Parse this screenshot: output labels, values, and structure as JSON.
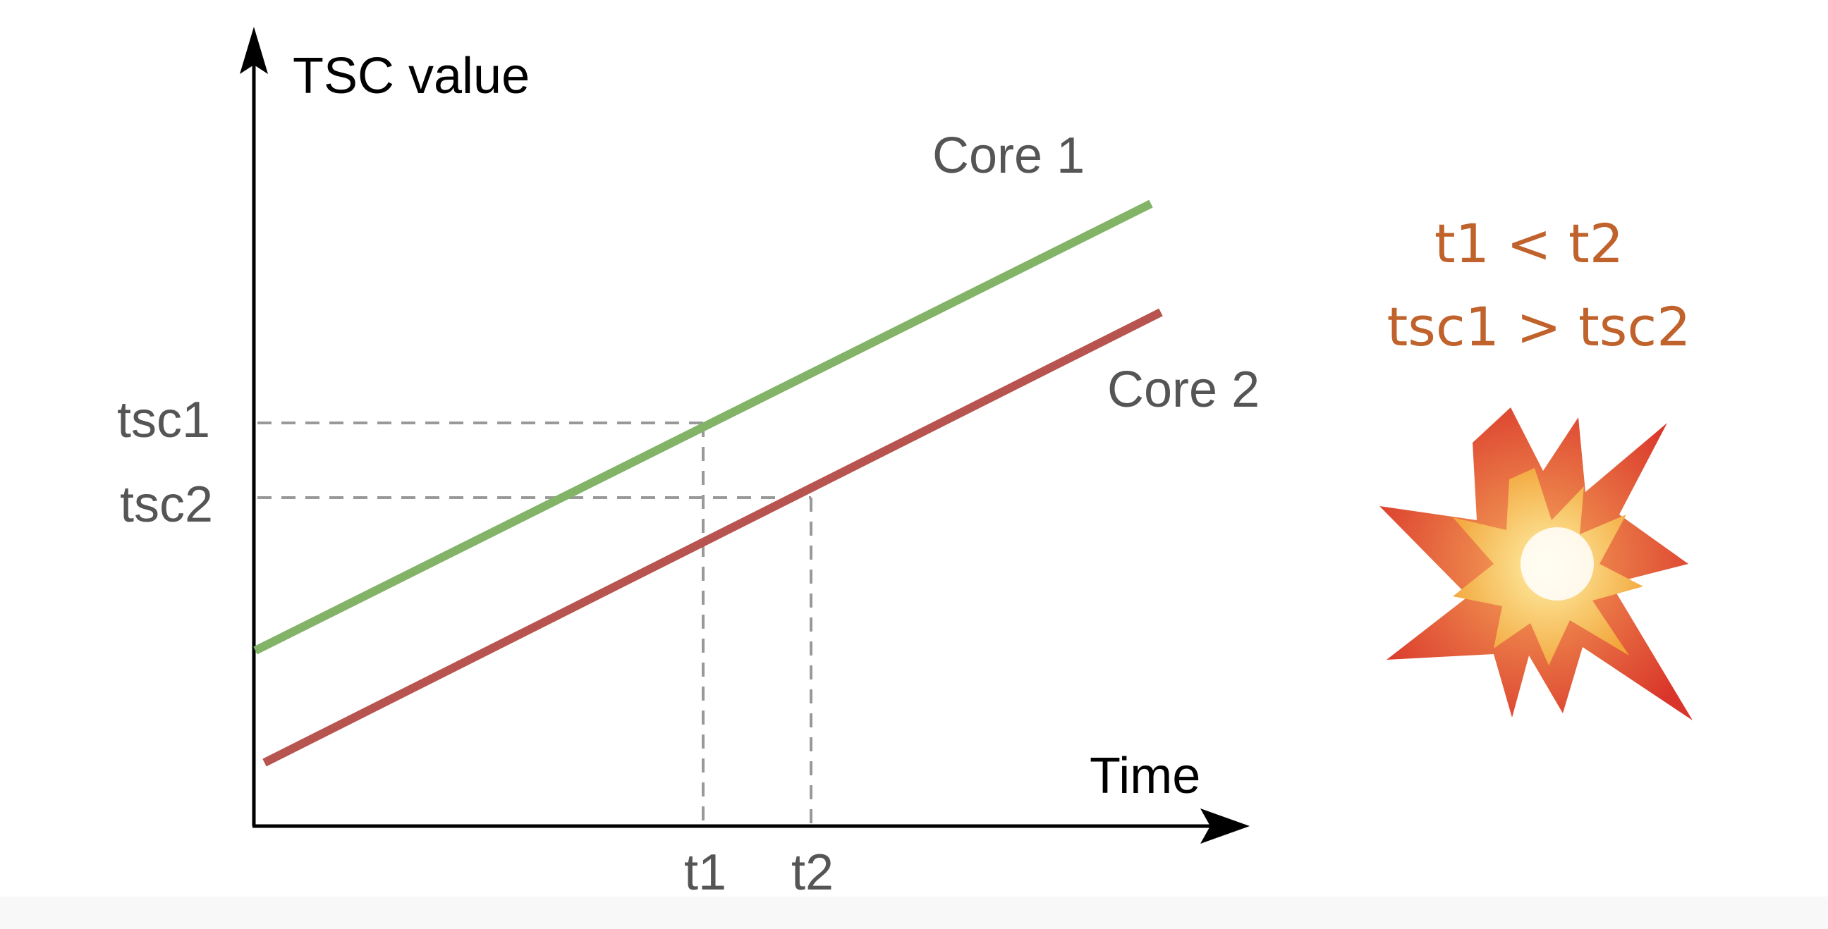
{
  "axes": {
    "y_title": "TSC value",
    "x_title": "Time"
  },
  "lines": {
    "core1": {
      "label": "Core 1",
      "color": "#82b366"
    },
    "core2": {
      "label": "Core 2",
      "color": "#b85450"
    }
  },
  "markers": {
    "tsc1": "tsc1",
    "tsc2": "tsc2",
    "t1": "t1",
    "t2": "t2"
  },
  "note": {
    "line1": "t1 < t2",
    "line2": "tsc1 > tsc2",
    "color": "#c0622b",
    "icon": "collision-icon"
  },
  "colors": {
    "axis": "#000000",
    "guide": "#999999",
    "label": "#555555"
  }
}
